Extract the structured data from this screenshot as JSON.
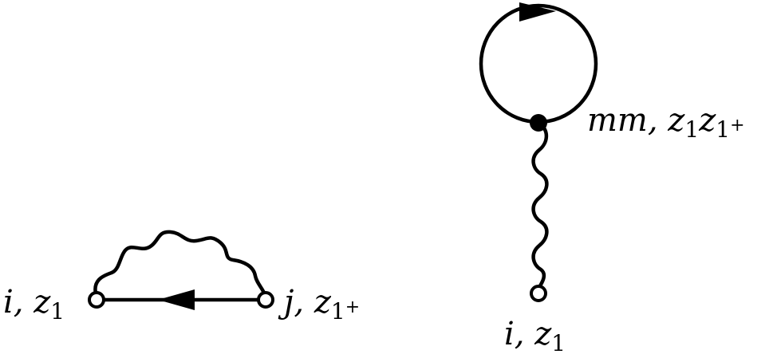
{
  "diagram": {
    "left": {
      "left_vertex": {
        "name": "i, z",
        "sub": "1",
        "sup": ""
      },
      "right_vertex": {
        "name": "j, z",
        "sub": "1",
        "sup": "+"
      }
    },
    "right": {
      "top_vertex": {
        "name": "mm, z",
        "sub": "1",
        "name2": "z",
        "sub2": "1",
        "sup2": "+"
      },
      "bottom_vertex": {
        "name": "i, z",
        "sub": "1"
      }
    }
  },
  "colors": {
    "stroke": "#000000",
    "open_fill": "#ffffff"
  }
}
